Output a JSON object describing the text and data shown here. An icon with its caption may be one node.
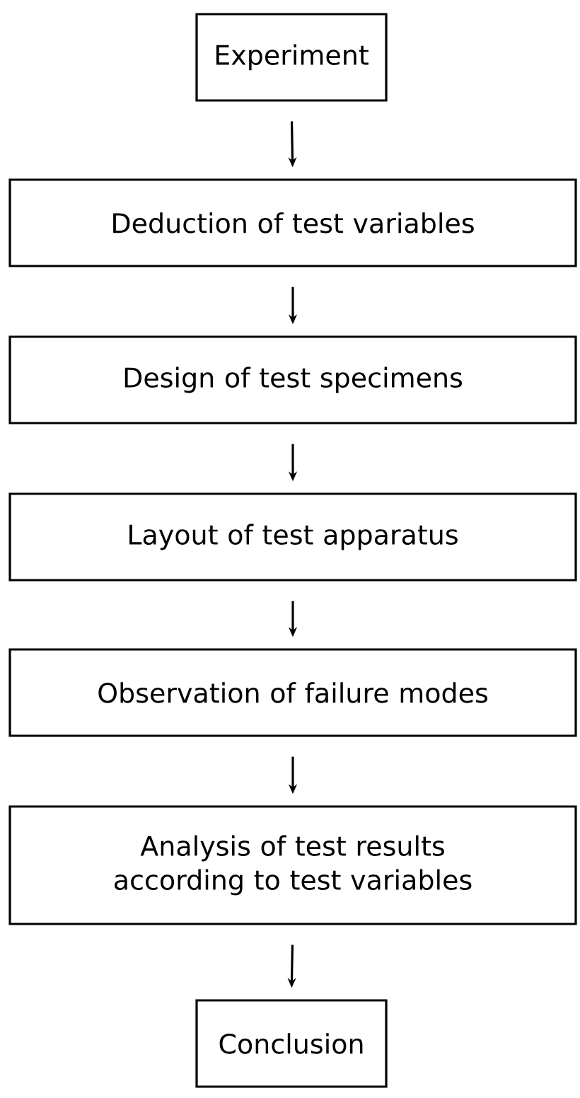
{
  "diagram": {
    "nodes": [
      {
        "text": [
          "Experiment"
        ]
      },
      {
        "text": [
          "Deduction of test variables"
        ]
      },
      {
        "text": [
          "Design of test specimens"
        ]
      },
      {
        "text": [
          "Layout of test apparatus"
        ]
      },
      {
        "text": [
          "Observation of failure modes"
        ]
      },
      {
        "text": [
          "Analysis of test results according to test variables"
        ]
      },
      {
        "text": [
          "Conclusion"
        ]
      }
    ],
    "edges": [
      {
        "from": 0,
        "to": 1,
        "arrow": "to"
      },
      {
        "from": 1,
        "to": 2,
        "arrow": "to"
      },
      {
        "from": 2,
        "to": 3,
        "arrow": "to"
      },
      {
        "from": 3,
        "to": 4,
        "arrow": "to"
      },
      {
        "from": 4,
        "to": 5,
        "arrow": "to"
      },
      {
        "from": 5,
        "to": 6,
        "arrow": "to"
      }
    ]
  }
}
